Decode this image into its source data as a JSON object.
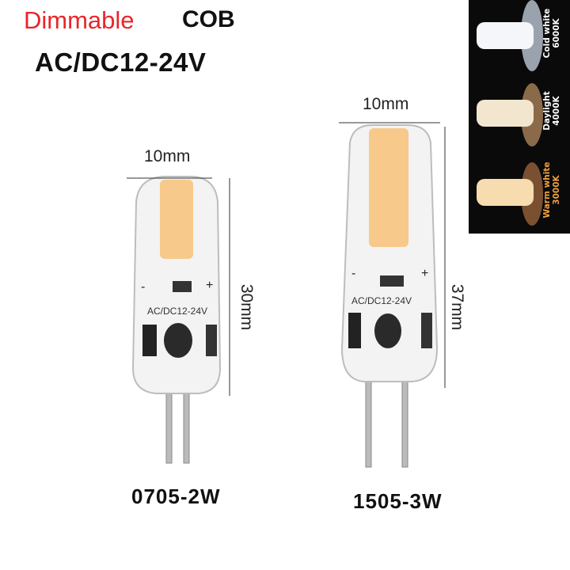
{
  "header": {
    "dimmable": "Dimmable",
    "cob": "COB",
    "voltage": "AC/DC12-24V"
  },
  "colors": {
    "dimmable": "#e8262a",
    "warm_label": "#f0a040",
    "cob_strip": "#f7c98a"
  },
  "bulbs": [
    {
      "model": "0705-2W",
      "width": "10mm",
      "height": "30mm",
      "chip_text": "AC/DC12-24V",
      "minus": "-",
      "plus": "+"
    },
    {
      "model": "1505-3W",
      "width": "10mm",
      "height": "37mm",
      "chip_text": "AC/DC12-24V",
      "minus": "-",
      "plus": "+"
    }
  ],
  "color_temps": [
    {
      "name": "Cold white",
      "kelvin": "6000K"
    },
    {
      "name": "Daylight",
      "kelvin": "4000K"
    },
    {
      "name": "Warm white",
      "kelvin": "3000K"
    }
  ]
}
